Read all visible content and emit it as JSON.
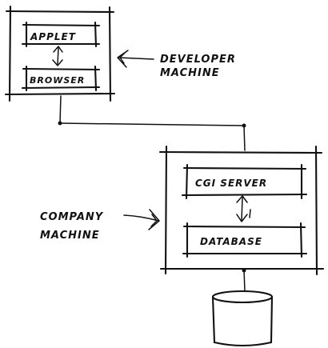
{
  "diagram": {
    "developer_machine": {
      "label": [
        "DEVELOPER",
        "MACHINE"
      ],
      "components": [
        "APPLET",
        "BROWSER"
      ]
    },
    "company_machine": {
      "label": [
        "COMPANY",
        "MACHINE"
      ],
      "components": [
        "CGI SERVER",
        "DATABASE"
      ]
    },
    "storage": {
      "shape": "cylinder"
    }
  }
}
